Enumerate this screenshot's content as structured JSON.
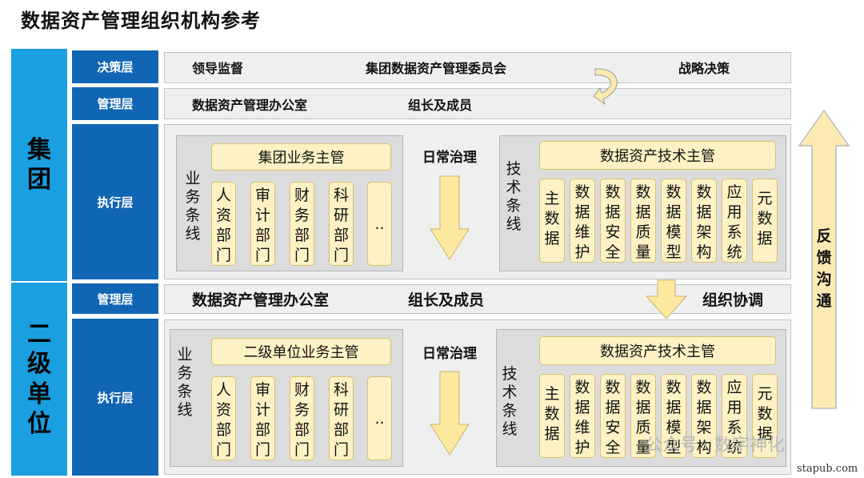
{
  "title": "数据资产管理组织机构参考",
  "orgs": {
    "group": "集团",
    "secondary": "二级单位"
  },
  "layers": {
    "decision": "决策层",
    "management": "管理层",
    "execution": "执行层",
    "management2": "管理层",
    "execution2": "执行层"
  },
  "decision_band": {
    "leader": "领导监督",
    "committee": "集团数据资产管理委员会",
    "strategy": "战略决策"
  },
  "management_band": {
    "office": "数据资产管理办公室",
    "members": "组长及成员"
  },
  "management_band2": {
    "office": "数据资产管理办公室",
    "members": "组长及成员",
    "coordination": "组织协调"
  },
  "group_exec": {
    "business_line": "业务条线",
    "business_head": "集团业务主管",
    "departments": [
      "人资部门",
      "审计部门",
      "财务部门",
      "科研部门",
      ".."
    ],
    "daily_governance": "日常治理",
    "tech_line": "技术条线",
    "tech_head": "数据资产技术主管",
    "tech_roles": [
      "主数据",
      "数据维护",
      "数据安全",
      "数据质量",
      "数据模型",
      "数据架构",
      "应用系统",
      "元数据"
    ]
  },
  "secondary_exec": {
    "business_line": "业务条线",
    "business_head": "二级单位业务主管",
    "departments": [
      "人资部门",
      "审计部门",
      "财务部门",
      "科研部门",
      ".."
    ],
    "daily_governance": "日常治理",
    "tech_line": "技术条线",
    "tech_head": "数据资产技术主管",
    "tech_roles": [
      "主数据",
      "数据维护",
      "数据安全",
      "数据质量",
      "数据模型",
      "数据架构",
      "应用系统",
      "元数据"
    ]
  },
  "feedback": "反馈沟通",
  "watermark": "公众号 · 数字神化",
  "site": "stapub.com",
  "colors": {
    "org_blue": "#1a9fe0",
    "layer_blue": "#1166b4",
    "box_yellow": "#fef2c4",
    "arrow_yellow": "#fde8a0"
  }
}
